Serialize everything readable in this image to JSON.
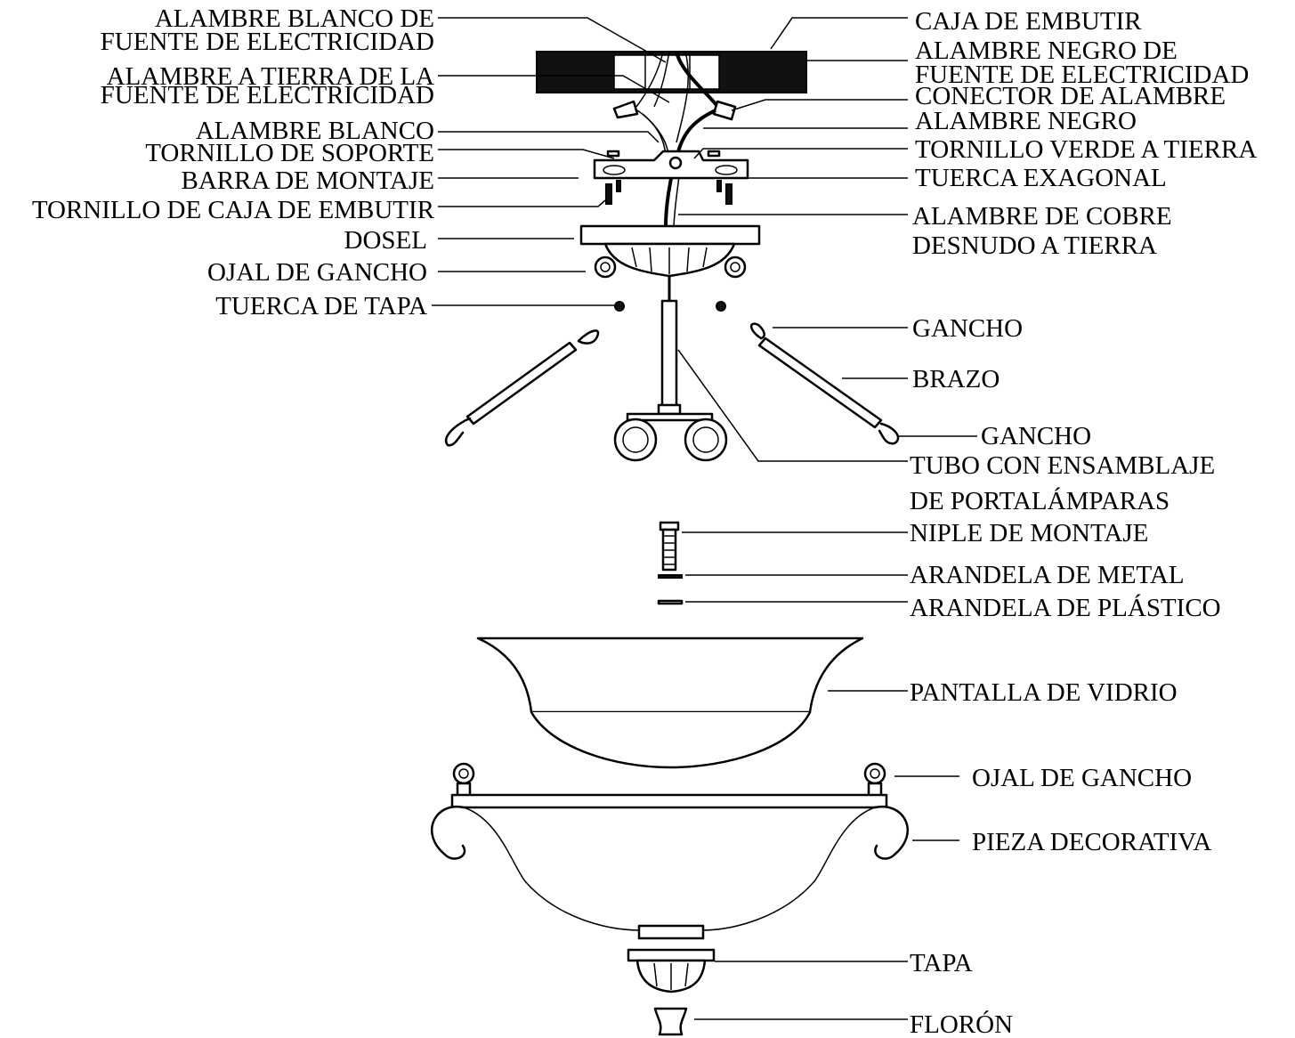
{
  "labels": {
    "alambre_blanco_fuente_1": "ALAMBRE BLANCO DE",
    "alambre_blanco_fuente_2": "FUENTE DE ELECTRICIDAD",
    "alambre_tierra_fuente_1": "ALAMBRE A TIERRA DE LA",
    "alambre_tierra_fuente_2": "FUENTE DE ELECTRICIDAD",
    "alambre_blanco": "ALAMBRE BLANCO",
    "tornillo_soporte": "TORNILLO DE SOPORTE",
    "barra_montaje": "BARRA DE MONTAJE",
    "tornillo_caja": "TORNILLO DE CAJA DE EMBUTIR",
    "dosel": "DOSEL",
    "ojal_gancho_top": "OJAL DE GANCHO",
    "tuerca_tapa": "TUERCA DE TAPA",
    "caja_embutir": "CAJA DE EMBUTIR",
    "alambre_negro_fuente_1": "ALAMBRE NEGRO DE",
    "alambre_negro_fuente_2": "FUENTE DE ELECTRICIDAD",
    "conector_alambre": "CONECTOR DE ALAMBRE",
    "alambre_negro": "ALAMBRE NEGRO",
    "tornillo_verde": "TORNILLO VERDE A TIERRA",
    "tuerca_exagonal": "TUERCA EXAGONAL",
    "alambre_cobre_1": "ALAMBRE DE COBRE",
    "alambre_cobre_2": "DESNUDO A TIERRA",
    "gancho_top": "GANCHO",
    "brazo": "BRAZO",
    "gancho_bottom": "GANCHO",
    "tubo_1": "TUBO CON ENSAMBLAJE",
    "tubo_2": "DE PORTALÁMPARAS",
    "niple": "NIPLE DE MONTAJE",
    "arandela_metal": "ARANDELA DE METAL",
    "arandela_plastico": "ARANDELA DE PLÁSTICO",
    "pantalla": "PANTALLA DE VIDRIO",
    "ojal_gancho_bottom": "OJAL DE GANCHO",
    "pieza_decorativa": "PIEZA DECORATIVA",
    "tapa": "TAPA",
    "floron": "FLORÓN"
  }
}
